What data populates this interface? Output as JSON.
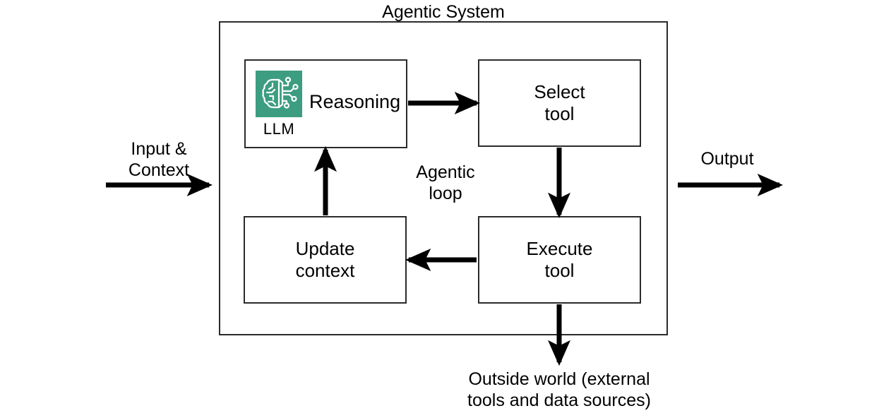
{
  "diagram": {
    "title": "Agentic System",
    "boundary_label": "Agentic System",
    "nodes": {
      "reasoning": {
        "label": "Reasoning",
        "icon_name": "llm-brain-circuit-icon",
        "icon_caption": "LLM",
        "icon_color": "#3d9d80"
      },
      "select_tool": {
        "label": "Select\ntool"
      },
      "update_context": {
        "label": "Update\ncontext"
      },
      "execute_tool": {
        "label": "Execute\ntool"
      }
    },
    "labels": {
      "input": "Input &\nContext",
      "output": "Output",
      "loop": "Agentic\nloop",
      "outside_world": "Outside world (external\ntools and data sources)"
    },
    "edges": [
      {
        "name": "input-to-system",
        "from": "Input & Context",
        "to": "Agentic System",
        "direction": "right"
      },
      {
        "name": "reasoning-to-select",
        "from": "Reasoning",
        "to": "Select tool",
        "direction": "right"
      },
      {
        "name": "select-to-execute",
        "from": "Select tool",
        "to": "Execute tool",
        "direction": "down"
      },
      {
        "name": "execute-to-update",
        "from": "Execute tool",
        "to": "Update context",
        "direction": "left"
      },
      {
        "name": "update-to-reasoning",
        "from": "Update context",
        "to": "Reasoning",
        "direction": "up"
      },
      {
        "name": "execute-to-outside",
        "from": "Execute tool",
        "to": "Outside world",
        "direction": "down"
      },
      {
        "name": "system-to-output",
        "from": "Agentic System",
        "to": "Output",
        "direction": "right"
      }
    ],
    "colors": {
      "stroke": "#2b2b2b",
      "arrow": "#000000",
      "accent_green": "#3d9d80",
      "background": "#ffffff"
    }
  }
}
